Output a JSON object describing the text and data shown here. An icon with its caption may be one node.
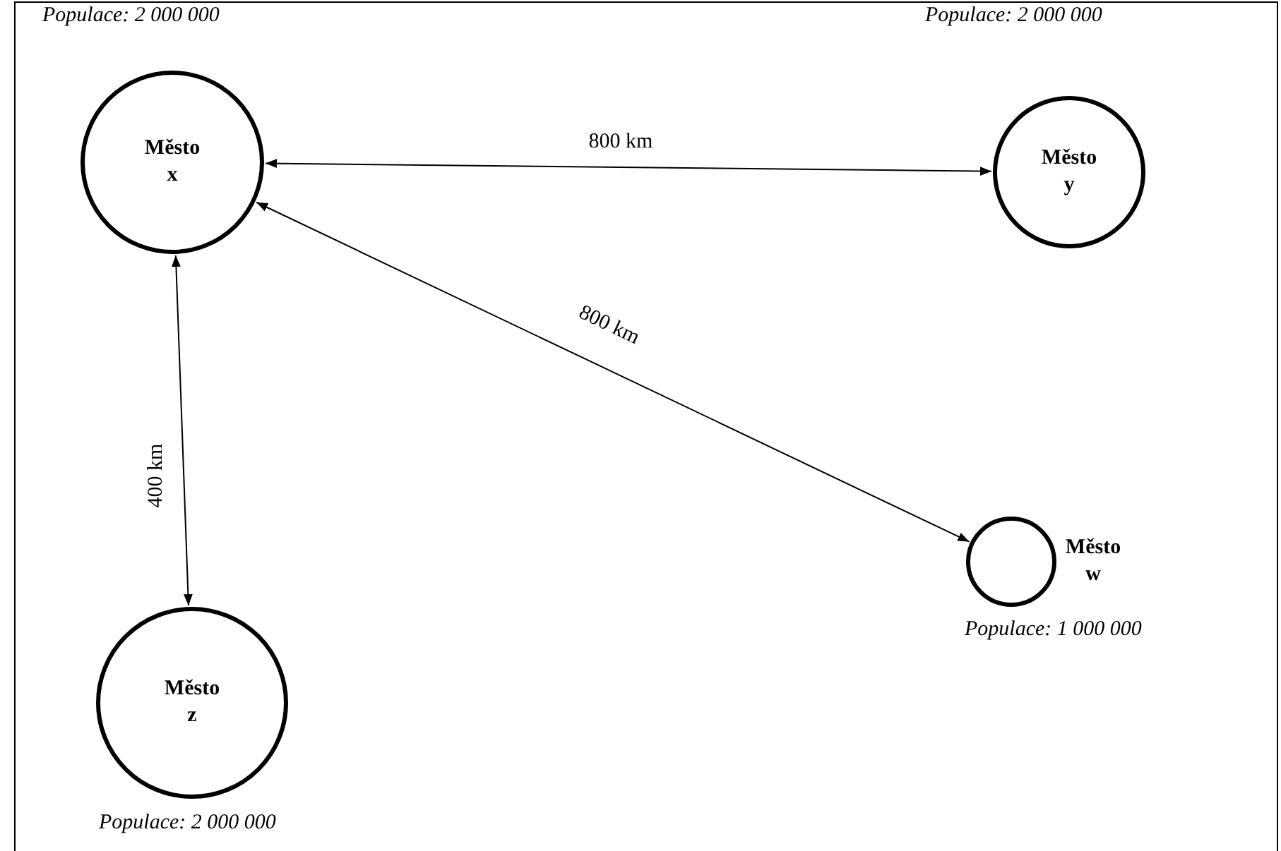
{
  "diagram": {
    "nodes": [
      {
        "text": [
          "Město x"
        ],
        "beside": [
          "Populace: 2 000 000"
        ]
      },
      {
        "text": [
          "Město y"
        ],
        "beside": [
          "Populace: 2 000 000"
        ]
      },
      {
        "text": [
          "Město w"
        ],
        "beside": [
          "Populace: 1 000 000"
        ]
      },
      {
        "text": [
          "Město z"
        ],
        "beside": [
          "Populace: 2 000 000"
        ]
      }
    ],
    "edges": [
      {
        "from": 0,
        "to": 1,
        "arrow": "both",
        "label": "800 km"
      },
      {
        "from": 0,
        "to": 2,
        "arrow": "both",
        "label": "800 km"
      },
      {
        "from": 0,
        "to": 3,
        "arrow": "both",
        "label": "400 km"
      }
    ]
  }
}
